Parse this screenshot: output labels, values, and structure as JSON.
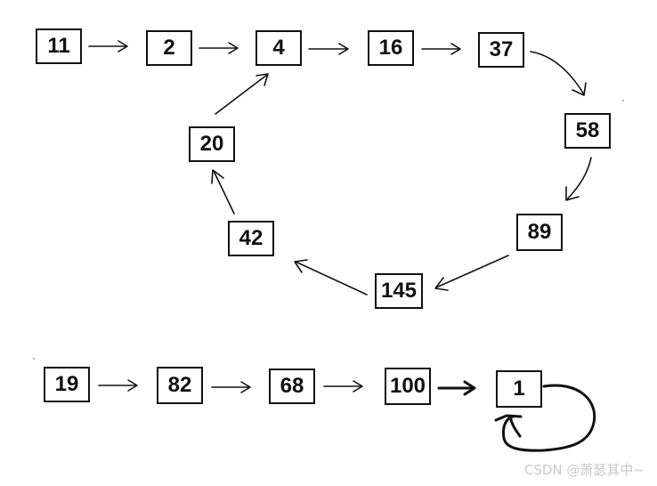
{
  "nodes": {
    "n11": "11",
    "n2": "2",
    "n4": "4",
    "n16": "16",
    "n37": "37",
    "n58": "58",
    "n89": "89",
    "n145": "145",
    "n42": "42",
    "n20": "20",
    "n19": "19",
    "n82": "82",
    "n68": "68",
    "n100": "100",
    "n1": "1"
  },
  "watermark": "CSDN @萧瑟其中~",
  "colors": {
    "ink": "#111111",
    "background": "#ffffff",
    "watermark": "#c9c9c9"
  }
}
